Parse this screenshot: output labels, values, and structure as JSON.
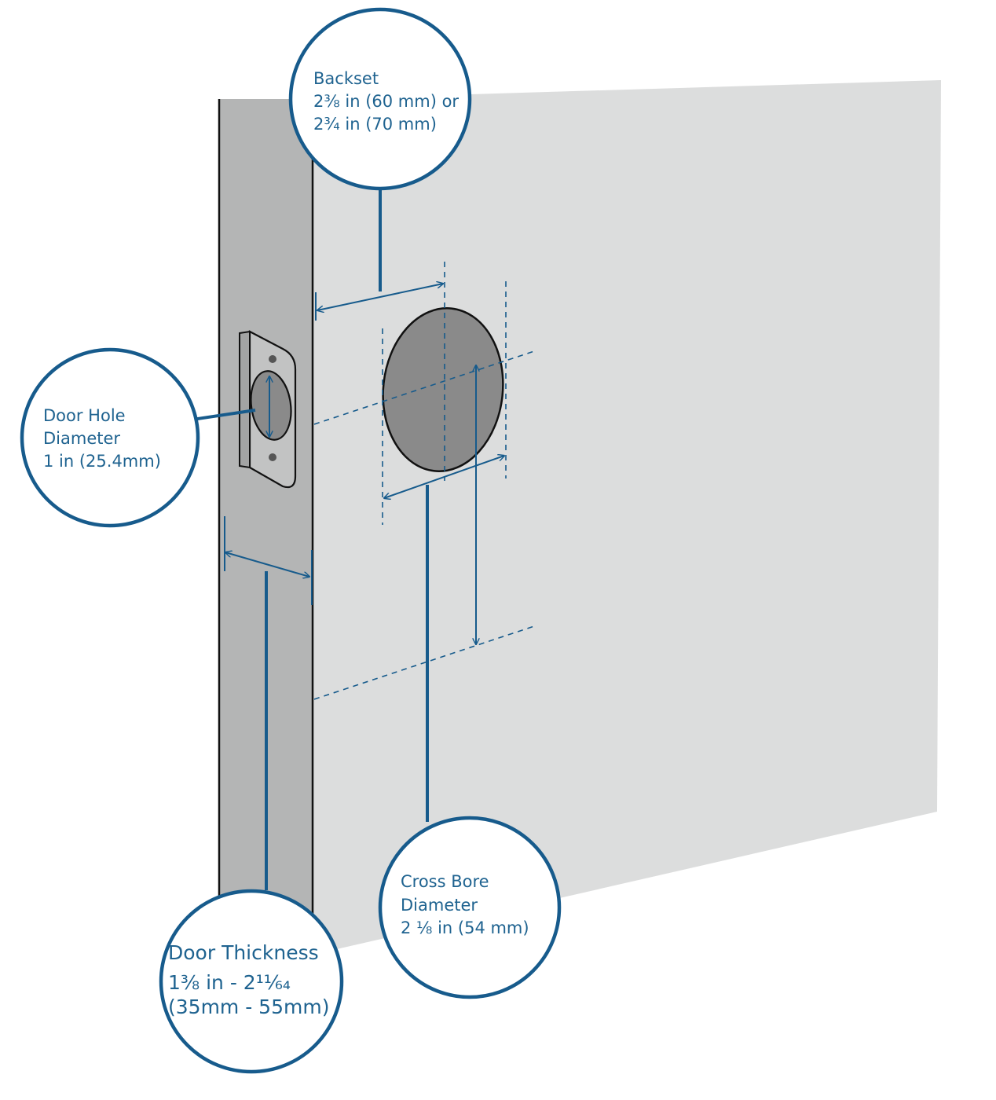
{
  "colors": {
    "accent": "#175b8c",
    "door_face": "#dcdddd",
    "door_edge": "#b4b5b5",
    "bore_fill": "#8a8a8a",
    "outline": "#111111"
  },
  "callouts": {
    "backset": {
      "line1": "Backset",
      "line2": "2⅜ in (60 mm) or",
      "line3": "2¾ in (70 mm)"
    },
    "door_hole": {
      "line1": "Door Hole",
      "line2": "Diameter",
      "line3": "1 in (25.4mm)"
    },
    "cross_bore": {
      "line1": "Cross Bore",
      "line2": "Diameter",
      "line3": "2 ⅛ in (54 mm)"
    },
    "door_thickness": {
      "line1": "Door Thickness",
      "line2": "1⅜ in - 2¹¹⁄₆₄",
      "line3": "(35mm - 55mm)"
    }
  }
}
